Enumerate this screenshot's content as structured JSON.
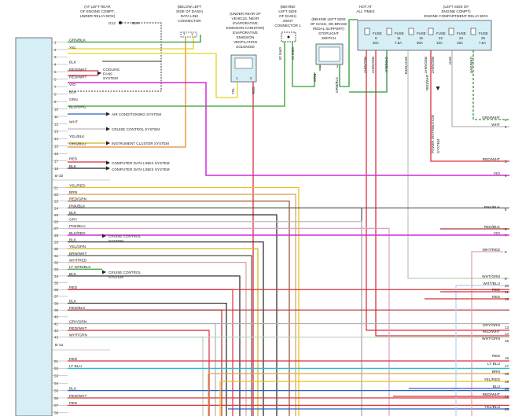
{
  "connector_left": {
    "sections": [
      "B-1b",
      "B-1a"
    ],
    "pins": [
      {
        "n": "1",
        "label": "GRN/BLK",
        "color": "#2a9a3a"
      },
      {
        "n": "2",
        "label": "YEL",
        "color": "#e6d21a"
      },
      {
        "n": "3",
        "label": "",
        "color": ""
      },
      {
        "n": "4",
        "label": "BLK",
        "color": "#222222"
      },
      {
        "n": "5",
        "label": "RED/WHT",
        "color": "#d8323a"
      },
      {
        "n": "6",
        "label": "RED/WHT",
        "color": "#d8323a"
      },
      {
        "n": "7",
        "label": "VIO",
        "color": "#d22bd8"
      },
      {
        "n": "8",
        "label": "BLK",
        "color": "#222222"
      },
      {
        "n": "9",
        "label": "GRN",
        "color": "#2aa12a"
      },
      {
        "n": "10",
        "label": "BLU/ORG",
        "color": "#2d5fc0"
      },
      {
        "n": "11",
        "label": "",
        "color": ""
      },
      {
        "n": "12",
        "label": "WHT",
        "color": "#b8b8b8"
      },
      {
        "n": "13",
        "label": "",
        "color": ""
      },
      {
        "n": "14",
        "label": "YEL/BLK",
        "color": "#c8b81a"
      },
      {
        "n": "15",
        "label": "ORG/BLU",
        "color": "#e68a2a"
      },
      {
        "n": "16",
        "label": "",
        "color": ""
      },
      {
        "n": "17",
        "label": "RED",
        "color": "#d8323a"
      },
      {
        "n": "18",
        "label": "BLK",
        "color": "#222222"
      },
      {
        "n": "21",
        "label": "YEL/RED",
        "color": "#e6c01a"
      },
      {
        "n": "22",
        "label": "BRN",
        "color": "#e0a050"
      },
      {
        "n": "23",
        "label": "RED/GRN",
        "color": "#9a4a2a"
      },
      {
        "n": "24",
        "label": "PNK/BLK",
        "color": "#555555"
      },
      {
        "n": "25",
        "label": "BLK",
        "color": "#222222"
      },
      {
        "n": "26",
        "label": "GRY",
        "color": "#bbbbbb"
      },
      {
        "n": "27",
        "label": "PNK/BLU",
        "color": "#d8a0c8"
      },
      {
        "n": "28",
        "label": "BLK/RED",
        "color": "#d22bd8"
      },
      {
        "n": "29",
        "label": "BLK",
        "color": "#222222"
      },
      {
        "n": "30",
        "label": "YEL/GRN",
        "color": "#c8b81a"
      },
      {
        "n": "31",
        "label": "BRN/WHT",
        "color": "#555555"
      },
      {
        "n": "32",
        "label": "WHT/RED",
        "color": "#e0a0a0"
      },
      {
        "n": "33",
        "label": "LT GRN/BLK",
        "color": "#44aa44"
      },
      {
        "n": "34",
        "label": "BLK",
        "color": "#222222"
      },
      {
        "n": "35",
        "label": "",
        "color": ""
      },
      {
        "n": "36",
        "label": "RED",
        "color": "#d8323a"
      },
      {
        "n": "37",
        "label": "",
        "color": ""
      },
      {
        "n": "38",
        "label": "BLK",
        "color": "#222222"
      },
      {
        "n": "39",
        "label": "RED/BLK",
        "color": "#aa3030"
      },
      {
        "n": "40",
        "label": "",
        "color": ""
      },
      {
        "n": "41",
        "label": "GRY/GRN",
        "color": "#b0b0b0"
      },
      {
        "n": "42",
        "label": "RED/WHT",
        "color": "#d8323a"
      },
      {
        "n": "43",
        "label": "WHT/GRN",
        "color": "#b8d0b8"
      },
      {
        "n": "51",
        "label": "RED",
        "color": "#d8323a"
      },
      {
        "n": "52",
        "label": "LT BLU",
        "color": "#1ac0e0"
      },
      {
        "n": "53",
        "label": "",
        "color": ""
      },
      {
        "n": "54",
        "label": "",
        "color": ""
      },
      {
        "n": "55",
        "label": "BLU",
        "color": "#2d5fc0"
      },
      {
        "n": "56",
        "label": "RED/WHT",
        "color": "#d8323a"
      },
      {
        "n": "57",
        "label": "RED",
        "color": "#d8323a"
      },
      {
        "n": "58",
        "label": "",
        "color": ""
      }
    ]
  },
  "systems": {
    "cooling_fans": [
      "COOLING",
      "FANS",
      "SYSTEM"
    ],
    "air_conditioning": "AIR CONDITIONING SYSTEM",
    "cruise_control": "CRUISE CONTROL SYSTEM",
    "instrument_cluster": "INSTRUMENT CLUSTER SYSTEM",
    "computer_data_lines": "COMPUTER DATA LINES SYSTEM",
    "cruise_control_2": [
      "CRUISE CONTROL",
      "SYSTEM"
    ],
    "cruise_control_3": [
      "CRUISE CONTROL",
      "SYSTEM"
    ]
  },
  "top_components": {
    "ground_location": [
      "(AT LEFT REAR",
      "OF ENGINE COMPT,",
      "UNDER RELAY BOX)"
    ],
    "ground_id": "G12",
    "ground_wire": "BLK",
    "data_link": [
      "(BELOW LEFT",
      "SIDE OF DASH)",
      "DATA LINK",
      "CONNECTOR"
    ],
    "data_link_pins": [
      "7",
      "1"
    ],
    "evap_solenoid": [
      "(UNDER REAR OF",
      "VEHICLE, NEAR",
      "EVAPORATIVE",
      "EMISSION CANISTER)",
      "EVAPORATIVE",
      "EMISSION",
      "VENTILATION",
      "SOLENOID"
    ],
    "evap_pins": [
      "1",
      "2"
    ],
    "evap_wires": [
      "YEL",
      "RED"
    ],
    "joint_connector": [
      "(BEHIND",
      "LEFT SIDE",
      "OF DASH)",
      "JOINT",
      "CONNECTOR 1"
    ],
    "joint_wires": [
      "GRN 18",
      "GRN 17"
    ],
    "stoplight": [
      "(BEHIND LEFT SIDE",
      "OF DASH, ON BRAKE",
      "PEDAL SUPPORT)",
      "STOPLIGHT",
      "SWITCH"
    ],
    "stoplight_pins": [
      "1",
      "2"
    ],
    "stoplight_wires": [
      "GRN",
      "GRN/BLK"
    ],
    "hot_at": [
      "HOT AT",
      "ALL TIMES"
    ],
    "relay_box": [
      "(LEFT SIDE OF",
      "ENGINE COMPT)",
      "ENGINE COMPARTMENT RELAY BOX"
    ],
    "fuses": [
      {
        "name": "FUSE",
        "num": "6",
        "amp": "30A"
      },
      {
        "name": "FUSE",
        "num": "11",
        "amp": "7.5A"
      },
      {
        "name": "FUSE",
        "num": "15",
        "amp": "30A"
      },
      {
        "name": "FUSE",
        "num": "22",
        "amp": "10A"
      },
      {
        "name": "FUSE",
        "num": "24",
        "amp": "15A"
      },
      {
        "name": "FUSE",
        "num": "25",
        "amp": "7.5A"
      }
    ],
    "fuse_wires": [
      "RED/WHT",
      "RED/WHT",
      "GRN/BLK",
      "WHT/GRN",
      "RED/WHT",
      "RED/WHT",
      "WHT",
      "GRN/WHT"
    ],
    "power_distribution": [
      "RED/WHT",
      "POWER DISTRIBUTION",
      "SYSTEM"
    ]
  },
  "right_pins": [
    {
      "n": "1",
      "label": "GRN/WHT"
    },
    {
      "n": "2",
      "label": "WHT"
    },
    {
      "n": "3",
      "label": "RED/WHT"
    },
    {
      "n": "4",
      "label": "VIO"
    },
    {
      "n": "5",
      "label": "PNK/BLK"
    },
    {
      "n": "6",
      "label": "RED/BLK"
    },
    {
      "n": "7",
      "label": "VIO"
    },
    {
      "n": "8",
      "label": "WHT/RED"
    },
    {
      "n": "9",
      "label": "WHT/GRN"
    },
    {
      "n": "10",
      "label": "WHT/BLU"
    },
    {
      "n": "11",
      "label": "RED"
    },
    {
      "n": "12",
      "label": "RED"
    },
    {
      "n": "13",
      "label": "GRY/GRN"
    },
    {
      "n": "14",
      "label": "RED/WHT"
    },
    {
      "n": "15",
      "label": "WHT/GRN"
    },
    {
      "n": "16",
      "label": "RED"
    },
    {
      "n": "17",
      "label": "LT BLU"
    },
    {
      "n": "18",
      "label": "BRN"
    },
    {
      "n": "19",
      "label": "YEL/RED"
    },
    {
      "n": "20",
      "label": "BLU"
    },
    {
      "n": "21",
      "label": "RED/WHT"
    },
    {
      "n": "22",
      "label": "YEL/BLU"
    }
  ]
}
